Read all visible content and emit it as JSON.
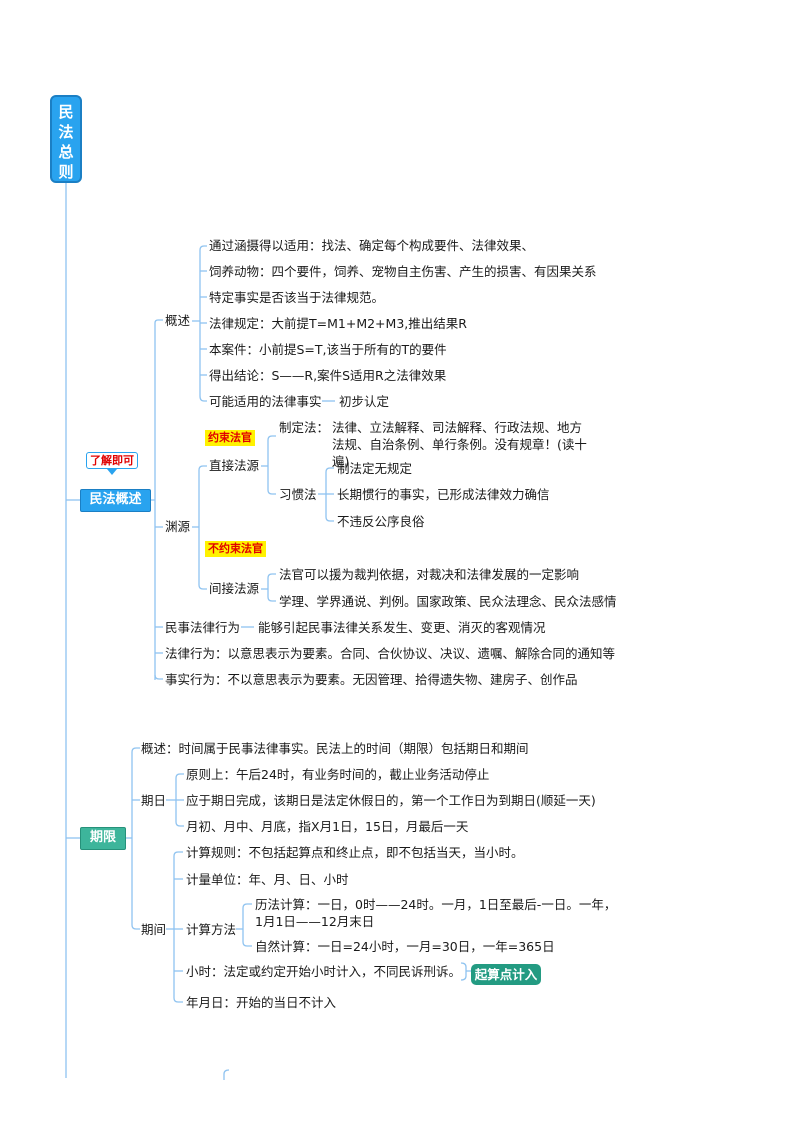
{
  "root": {
    "title": "民法总则"
  },
  "sec1": {
    "title": "民法概述",
    "callout": "了解即可",
    "gaishu": {
      "label": "概述",
      "items": [
        "通过涵摄得以适用：找法、确定每个构成要件、法律效果、",
        "饲养动物：四个要件，饲养、宠物自主伤害、产生的损害、有因果关系",
        "特定事实是否该当于法律规范。",
        "法律规定：大前提T=M1+M2+M3,推出结果R",
        "本案件：小前提S=T,该当于所有的T的要件",
        "得出结论：S——R,案件S适用R之法律效果",
        "可能适用的法律事实"
      ],
      "sub": "初步认定"
    },
    "yuanyuan": {
      "label": "渊源",
      "direct": {
        "badge": "约束法官",
        "label": "直接法源",
        "zhiding": {
          "label": "制定法：",
          "text": "法律、立法解释、司法解释、行政法规、地方法规、自治条例、单行条例。没有规章！(读十遍)"
        },
        "xiguan": {
          "label": "习惯法",
          "items": [
            "制法定无规定",
            "长期惯行的事实，已形成法律效力确信",
            "不违反公序良俗"
          ]
        }
      },
      "indirect": {
        "badge": "不约束法官",
        "label": "间接法源",
        "items": [
          "法官可以援为裁判依据，对裁决和法律发展的一定影响",
          "学理、学界通说、判例。国家政策、民众法理念、民众法感情"
        ]
      }
    },
    "minshi": {
      "label": "民事法律行为",
      "text": "能够引起民事法律关系发生、变更、消灭的客观情况"
    },
    "falv": "法律行为：以意思表示为要素。合同、合伙协议、决议、遗嘱、解除合同的通知等",
    "shishi": "事实行为：不以意思表示为要素。无因管理、拾得遗失物、建房子、创作品"
  },
  "sec2": {
    "title": "期限",
    "gaishu": "概述：时间属于民事法律事实。民法上的时间（期限）包括期日和期间",
    "qiri": {
      "label": "期日",
      "items": [
        "原则上：午后24时，有业务时间的，截止业务活动停止",
        "应于期日完成，该期日是法定休假日的，第一个工作日为到期日(顺延一天)",
        "月初、月中、月底，指X月1日，15日，月最后一天"
      ]
    },
    "qijian": {
      "label": "期间",
      "rule": "计算规则：不包括起算点和终止点，即不包括当天，当小时。",
      "unit": "计量单位：年、月、日、小时",
      "method": {
        "label": "计算方法",
        "lifa": "历法计算：一日，0时——24时。一月，1日至最后-一日。一年，1月1日——12月末日",
        "ziran": "自然计算：一日=24小时，一月=30日，一年=365日"
      },
      "hour": "小时：法定或约定开始小时计入，不同民诉刑诉。",
      "hour_tag": "起算点计入",
      "ymd": "年月日：开始的当日不计入"
    }
  },
  "colors": {
    "line": "#8fc3f0",
    "blue": "#29a3ef",
    "green": "#3db59b",
    "tag": "#239b82"
  }
}
